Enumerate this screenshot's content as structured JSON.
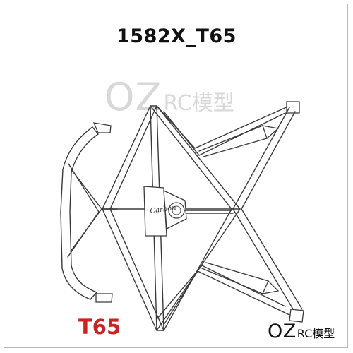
{
  "title": "1582X_T65",
  "watermark": {
    "oz": "OZ",
    "rc": "RC模型"
  },
  "part_label": "T65",
  "part_label_color": "#cc2222",
  "brand": {
    "oz": "OZ",
    "rc": "RC模型"
  },
  "logo_text": "Carbon",
  "line_color": "#3a3a3a"
}
